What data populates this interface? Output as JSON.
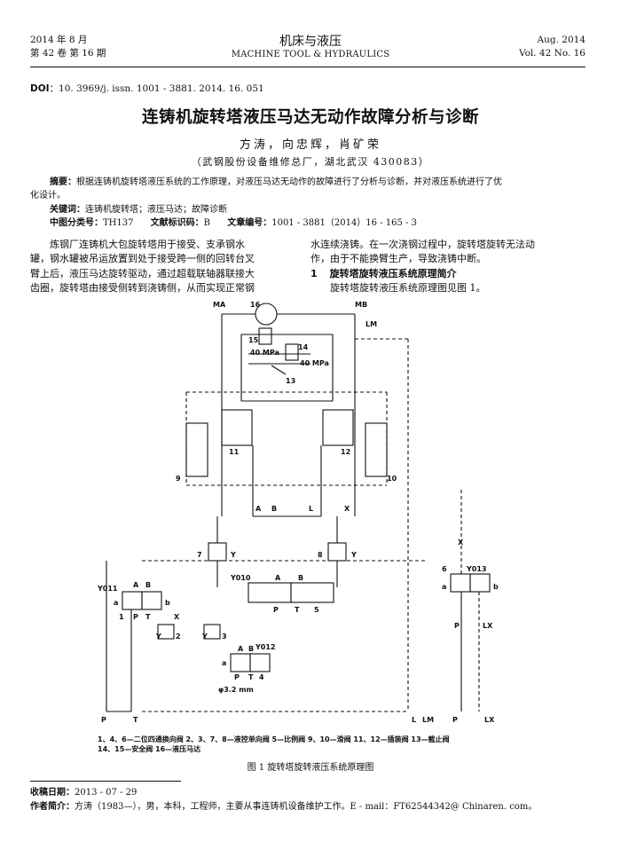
{
  "header": {
    "left_line1": "2014 年 8 月",
    "left_line2": "第 42 卷 第 16 期",
    "center_line1": "机床与液压",
    "center_line2": "MACHINE TOOL & HYDRAULICS",
    "right_line1": "Aug. 2014",
    "right_line2": "Vol. 42 No. 16"
  },
  "doi": {
    "label": "DOI",
    "value": "：10. 3969/j. issn. 1001 - 3881. 2014. 16. 051"
  },
  "title": "连铸机旋转塔液压马达无动作故障分析与诊断",
  "authors": "方涛，向忠辉，肖矿荣",
  "affiliation": "（武钢股份设备维修总厂，湖北武汉 430083）",
  "abstract": {
    "label": "摘要：",
    "line1": "根据连铸机旋转塔液压系统的工作原理，对液压马达无动作的故障进行了分析与诊断，并对液压系统进行了优",
    "line2": "化设计。"
  },
  "keywords": {
    "label": "关键词：",
    "value": "连铸机旋转塔；液压马达；故障诊断"
  },
  "classification": {
    "clc_label": "中图分类号：",
    "clc_value": "TH137",
    "doc_label": "文献标识码：",
    "doc_value": "B",
    "art_label": "文章编号：",
    "art_value": "1001 - 3881（2014）16 - 165 - 3"
  },
  "body_left": [
    "炼钢厂连铸机大包旋转塔用于接受、支承钢水",
    "罐，钢水罐被吊运放置到处于接受跨一侧的回转台叉",
    "臂上后，液压马达旋转驱动，通过超载联轴器联接大",
    "齿圈，旋转塔由接受侧转到浇铸侧，从而实现正常钢"
  ],
  "body_right": [
    "水连续浇铸。在一次浇钢过程中，旋转塔旋转无法动",
    "作，由于不能换臂生产，导致浇铸中断。"
  ],
  "section1": {
    "number": "1",
    "title": "旋转塔旋转液压系统原理简介"
  },
  "section1_text": "旋转塔旋转液压系统原理图见图 1。",
  "diagram": {
    "port_labels": [
      "MA",
      "16",
      "MB",
      "LM",
      "40 MPa",
      "40 MPa",
      "13",
      "14",
      "15",
      "11",
      "12",
      "9",
      "10",
      "A",
      "B",
      "L",
      "X",
      "7",
      "8",
      "Y",
      "Y",
      "X",
      "6",
      "Y013",
      "a",
      "b",
      "Y010",
      "A",
      "B",
      "P",
      "T",
      "5",
      "Y011",
      "A",
      "B",
      "a",
      "b",
      "1",
      "P",
      "T",
      "X",
      "Y",
      "2",
      "Y",
      "3",
      "Y012",
      "A",
      "B",
      "a",
      "P",
      "T",
      "4",
      "φ3.2 mm",
      "P",
      "LX",
      "P",
      "T",
      "L",
      "LM",
      "P",
      "LX"
    ]
  },
  "figure_legend_line1": "1、4、6—二位四通换向阀  2、3、7、8—液控单向阀  5—比例阀  9、10—滑阀  11、12—插装阀  13—截止阀",
  "figure_legend_line2": "14、15—安全阀  16—液压马达",
  "figure_caption": "图 1   旋转塔旋转液压系统原理图",
  "footnote": {
    "received_label": "收稿日期：",
    "received_value": "2013 - 07 - 29",
    "bio_label": "作者简介：",
    "bio_value": "方涛（1983—），男，本科，工程师，主要从事连铸机设备维护工作。E - mail：FT62544342@ Chinaren. com。"
  }
}
